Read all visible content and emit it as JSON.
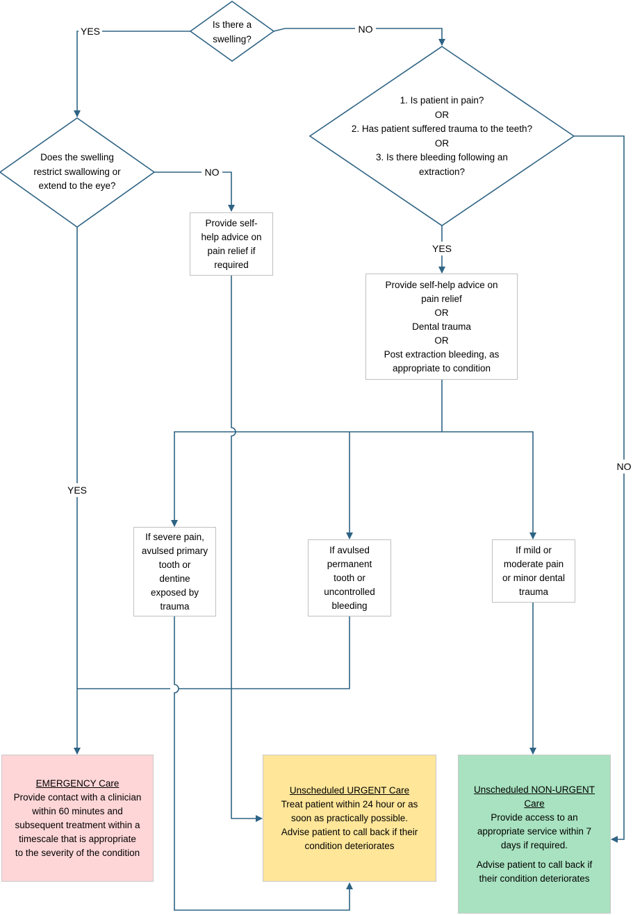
{
  "colors": {
    "line": "#2e6384",
    "emergency_fill": "#ffd6d8",
    "urgent_fill": "#ffe699",
    "nonurgent_fill": "#a8e2c0",
    "box_border": "#bfbfbf"
  },
  "decisions": {
    "swelling": {
      "lines": [
        "Is there a",
        "swelling?"
      ]
    },
    "restrict": {
      "lines": [
        "Does the swelling",
        "restrict swallowing or",
        "extend to the eye?"
      ]
    },
    "pain": {
      "lines": [
        "1. Is patient in pain?",
        "OR",
        "2. Has patient suffered trauma to the teeth?",
        "OR",
        "3. Is there bleeding following an",
        "extraction?"
      ]
    }
  },
  "edge_labels": {
    "swelling_yes": "YES",
    "swelling_no": "NO",
    "restrict_no": "NO",
    "restrict_yes": "YES",
    "pain_yes": "YES",
    "pain_no": "NO"
  },
  "boxes": {
    "selfhelp_pain": {
      "lines": [
        "Provide self-",
        "help advice on",
        "pain relief if",
        "required"
      ]
    },
    "selfhelp_condition": {
      "lines": [
        "Provide self-help advice on",
        "pain relief",
        "OR",
        "Dental trauma",
        "OR",
        "Post extraction bleeding, as",
        "appropriate to condition"
      ]
    },
    "severe": {
      "lines": [
        "If severe pain,",
        "avulsed primary",
        "tooth or",
        "dentine",
        "exposed by",
        "trauma"
      ]
    },
    "avulsed": {
      "lines": [
        "If avulsed",
        "permanent",
        "tooth or",
        "uncontrolled",
        "bleeding"
      ]
    },
    "mild": {
      "lines": [
        "If mild or",
        "moderate pain",
        "or minor dental",
        "trauma"
      ]
    }
  },
  "outcomes": {
    "emergency": {
      "title": "EMERGENCY Care",
      "lines": [
        "Provide contact with a clinician",
        "within 60 minutes and",
        "subsequent treatment within a",
        "timescale that is appropriate",
        "to the severity of the condition"
      ]
    },
    "urgent": {
      "title": "Unscheduled URGENT Care",
      "lines": [
        "Treat patient within 24 hour or as",
        "soon as practically possible."
      ],
      "extra": [
        "Advise patient to call back if their",
        "condition deteriorates"
      ]
    },
    "nonurgent": {
      "title_lines": [
        "Unscheduled NON-URGENT",
        "Care"
      ],
      "lines": [
        "Provide access to an",
        "appropriate service within 7",
        "days if required."
      ],
      "extra": [
        "Advise patient to call back if",
        "their condition deteriorates"
      ]
    }
  }
}
